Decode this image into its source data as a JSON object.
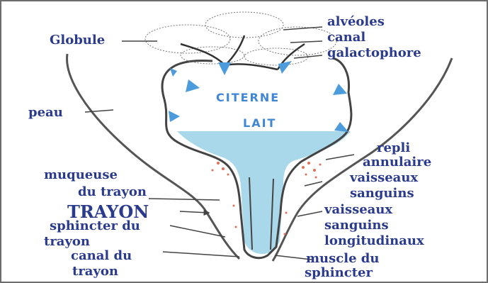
{
  "labels": {
    "globule": "Globule",
    "alveoles": "alvéoles",
    "canal": "canal",
    "galactophore": "galactophore",
    "peau": "peau",
    "citerne": "CITERNE",
    "lait": "LAIT",
    "repli": "repli",
    "annulaire": "annulaire",
    "vaisseaux1": "vaisseaux",
    "sanguins1": "sanguins",
    "muqueuse": "muqueuse",
    "du_trayon": "du trayon",
    "trayon_caps": "TRAYON",
    "sphincter_du": "sphincter du",
    "trayon2": "trayon",
    "vaisseaux2": "vaisseaux",
    "sanguins2": "sanguins",
    "longitudinaux": "longitudinaux",
    "canal_du": "canal du",
    "trayon3": "trayon",
    "muscle_du": "muscle du",
    "sphincter": "sphincter"
  },
  "colors": {
    "label_text": "#2a3a8c",
    "inner_text": "#3f87d6",
    "milk_fill": "#a9d8ea",
    "arrow_fill": "#4c9bdc",
    "outline": "#444444",
    "vessels": "#e0705a",
    "frame": "#6d6d6d"
  }
}
